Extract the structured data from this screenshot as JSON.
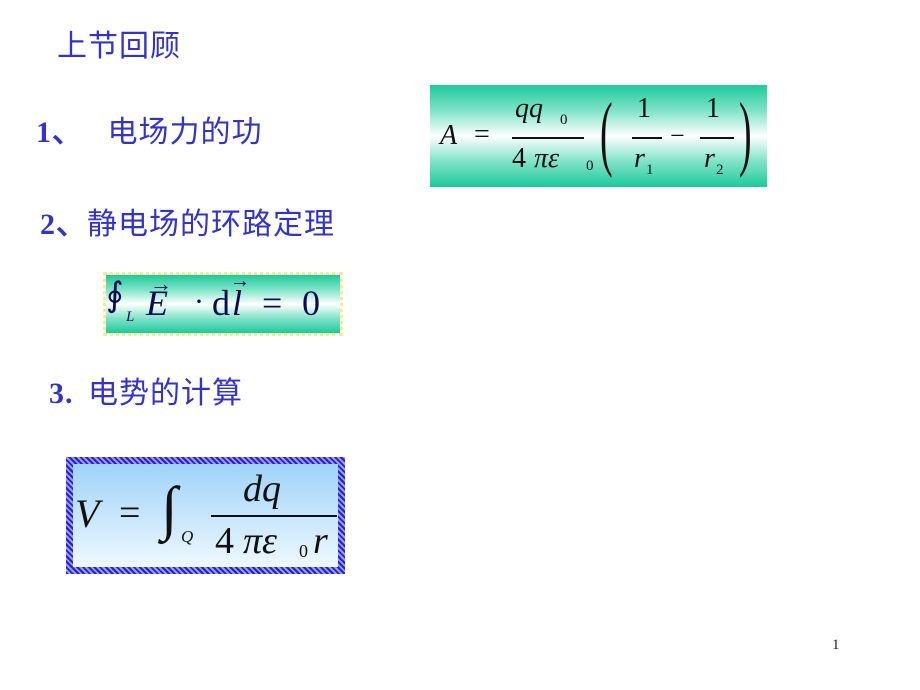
{
  "slide": {
    "title": "上节回顾",
    "page_number": "1",
    "text_color": "#3333cc",
    "sections": [
      {
        "number": "1、",
        "label": "电场力的功"
      },
      {
        "number": "2、",
        "label": "静电场的环路定理"
      },
      {
        "number": "3.",
        "label": "电势的计算"
      }
    ],
    "formulas": {
      "work": {
        "lhs": "A",
        "eq": "=",
        "num": "qq",
        "num_sub": "0",
        "den_num": "4",
        "den_pi_eps": "πε",
        "den_sub": "0",
        "lparen": "(",
        "one_a": "1",
        "r1": "r",
        "r1_sub": "1",
        "minus": "−",
        "one_b": "1",
        "r2": "r",
        "r2_sub": "2",
        "rparen": ")",
        "bg_color": "#1ec99a"
      },
      "loop": {
        "integral": "∮",
        "sub": "L",
        "E": "E",
        "dot": "·",
        "d": "d",
        "l": "l",
        "eq": "=",
        "rhs": "0",
        "border_color": "#f5ec8a"
      },
      "potential": {
        "lhs": "V",
        "eq": "=",
        "integral": "∫",
        "sub": "Q",
        "num": "dq",
        "den_num": "4",
        "den_pi_eps": "πε",
        "den_sub": "0",
        "den_r": "r",
        "border_color": "#3b3bd6",
        "bg_color": "#9fd3f8"
      }
    }
  }
}
